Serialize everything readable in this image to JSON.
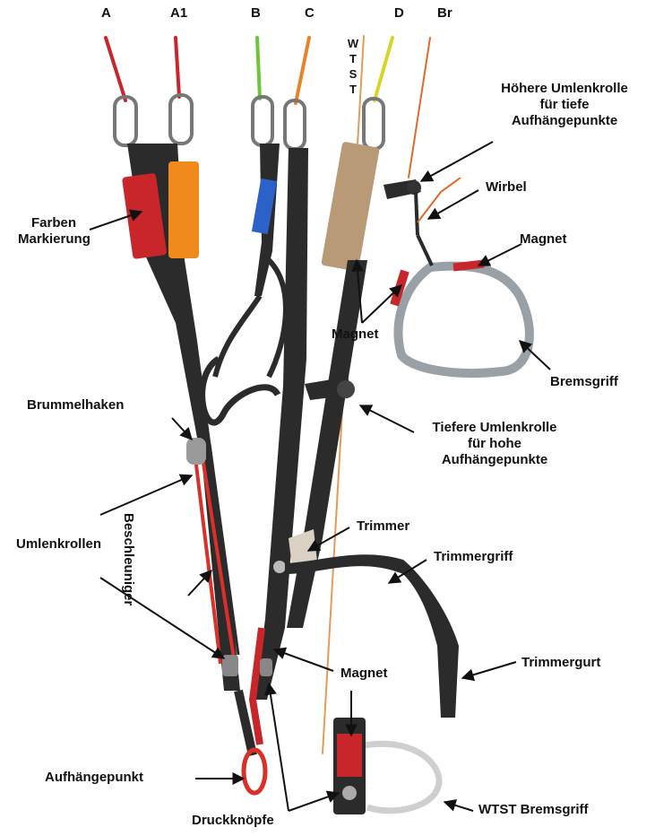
{
  "riser_labels": {
    "a": "A",
    "a1": "A1",
    "b": "B",
    "c": "C",
    "d": "D",
    "br": "Br"
  },
  "wtst_vertical": [
    "W",
    "T",
    "S",
    "T"
  ],
  "labels": {
    "hoehere_umlenkrolle": [
      "Höhere Umlenkrolle",
      "für tiefe",
      "Aufhängepunkte"
    ],
    "wirbel": "Wirbel",
    "magnet_top": "Magnet",
    "farben_markierung": [
      "Farben",
      "Markierung"
    ],
    "magnet_left": "Magnet",
    "bremsgriff": "Bremsgriff",
    "brummelhaken": "Brummelhaken",
    "tiefere_umlenkrolle": [
      "Tiefere Umlenkrolle",
      "für hohe",
      "Aufhängepunkte"
    ],
    "beschleuniger": "Beschleuniger",
    "umlenkrollen": "Umlenkrollen",
    "trimmer": "Trimmer",
    "trimmergriff": "Trimmergriff",
    "trimmergurt": "Trimmergurt",
    "magnet_bottom": "Magnet",
    "aufhaengepunkt": "Aufhängepunkt",
    "wtst_bremsgriff": "WTST Bremsgriff",
    "druckknoepfe": "Druckknöpfe"
  },
  "colors": {
    "riser_a": "#c8262b",
    "riser_a1": "#f08a1c",
    "riser_b": "#2a62c9",
    "riser_c": "#e8832a",
    "riser_d": "#d9d428",
    "line_b": "#6cc63a",
    "webbing": "#2b2b2b",
    "tan": "#b89a76",
    "handle_grey": "#9aa1a6",
    "arrow": "#111111"
  }
}
